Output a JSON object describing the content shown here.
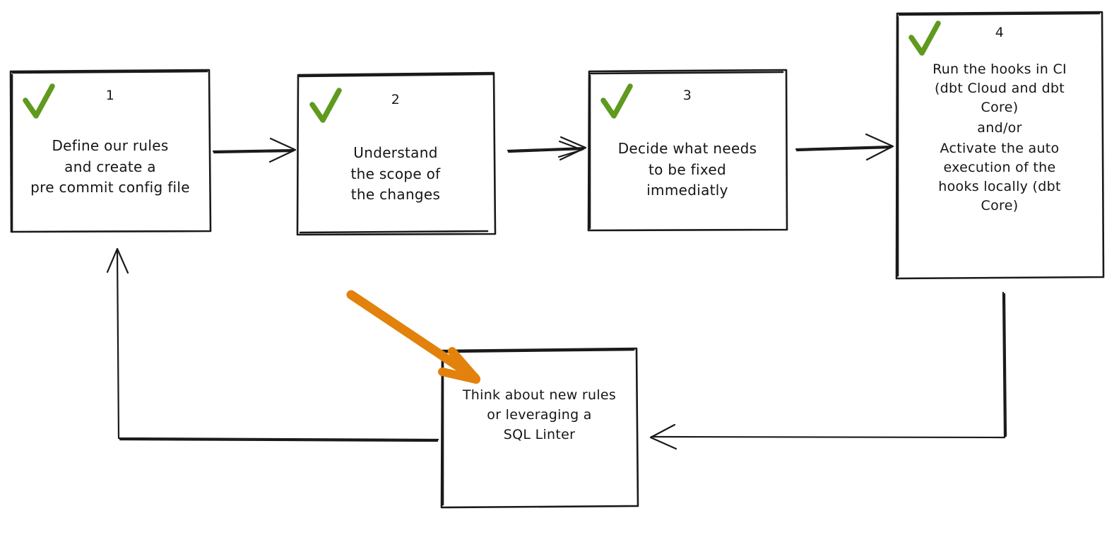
{
  "diagram": {
    "title": "pre-commit workflow flowchart",
    "style": "hand-drawn whiteboard sketch",
    "background_color": "#ffffff",
    "stroke_color": "#1a1a1a",
    "check_color": "#5f9a1e",
    "highlight_color": "#e2820c"
  },
  "nodes": [
    {
      "id": "node-1",
      "number": "1",
      "check": "green-check-icon",
      "lines": [
        "Define our rules\nand create a\npre commit config file"
      ]
    },
    {
      "id": "node-2",
      "number": "2",
      "check": "green-check-icon",
      "lines": [
        "Understand\nthe scope of\nthe changes"
      ]
    },
    {
      "id": "node-3",
      "number": "3",
      "check": "green-check-icon",
      "lines": [
        "Decide what needs\nto be fixed\nimmediatly"
      ]
    },
    {
      "id": "node-4",
      "number": "4",
      "check": "green-check-icon",
      "lines": [
        "Run the hooks in CI\n(dbt Cloud and dbt\nCore)",
        "and/or",
        "Activate the auto\nexecution of the\nhooks locally (dbt\nCore)"
      ]
    },
    {
      "id": "node-5",
      "number": "",
      "check": "",
      "lines": [
        "Think about new rules\nor leveraging a\nSQL Linter"
      ]
    }
  ],
  "connectors": [
    {
      "name": "arrow-node1-to-node2",
      "from": "node-1",
      "to": "node-2",
      "direction": "right"
    },
    {
      "name": "arrow-node2-to-node3",
      "from": "node-2",
      "to": "node-3",
      "direction": "right"
    },
    {
      "name": "arrow-node3-to-node4",
      "from": "node-3",
      "to": "node-4",
      "direction": "right"
    },
    {
      "name": "arrow-node4-to-node5",
      "from": "node-4",
      "to": "node-5",
      "direction": "left"
    },
    {
      "name": "arrow-node5-to-node1",
      "from": "node-5",
      "to": "node-1",
      "direction": "up"
    }
  ],
  "annotations": [
    {
      "name": "orange-highlight-arrow",
      "color": "#e2820c",
      "points_to": "node-5"
    }
  ]
}
